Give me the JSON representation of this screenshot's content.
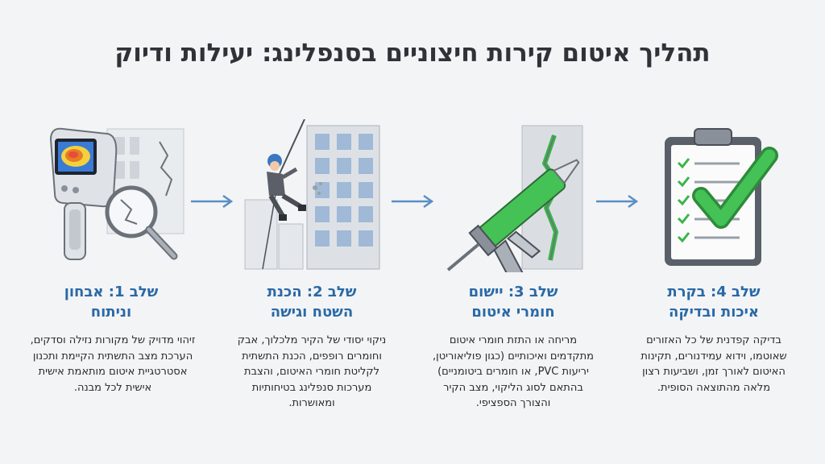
{
  "title": "תהליך איטום קירות חיצוניים בסנפלינג: יעילות ודיוק",
  "steps": [
    {
      "title_1": "שלב 4: בקרת",
      "title_2": "איכות ובדיקה",
      "desc": "בדיקה קפדנית של כל האזורים שאוטמו, וידוא עמידנורים, תקינות האיטום לאורך זמן, ושביעות רצון מלאה מהתוצאה הסופית."
    },
    {
      "title_1": "שלב 3: יישום",
      "title_2": "חומרי איטום",
      "desc": "מריחה או התזת חומרי איטום מתקדמים ואיכותיים (כגון פוליאוריטן, יריעות PVC, או חומרים ביטומניים) בהתאם לסוג הליקוי, מצב הקיר והצורך הספציפי."
    },
    {
      "title_1": "שלב 2: הכנת",
      "title_2": "השטח וגישה",
      "desc": "ניקוי יסודי של הקיר מלכלוך, אבק וחומרים רופפים, הכנת התשתית לקליטת חומרי האיטום, והצבת מערכות סנפלינג בטיחותיות ומאושרות."
    },
    {
      "title_1": "שלב 1: אבחון",
      "title_2": "וניתוח",
      "desc": "זיהוי מדויק של מקורות נזילה וסדקים, הערכת מצב התשתית הקיימת ותכנון אסטרטגיית איטום מותאמת אישית אישית לכל מבנה."
    }
  ],
  "colors": {
    "step_title": "#2a69a6",
    "arrow": "#5a8fc4",
    "checkmark": "#3bb54a",
    "sealant": "#45c255"
  }
}
